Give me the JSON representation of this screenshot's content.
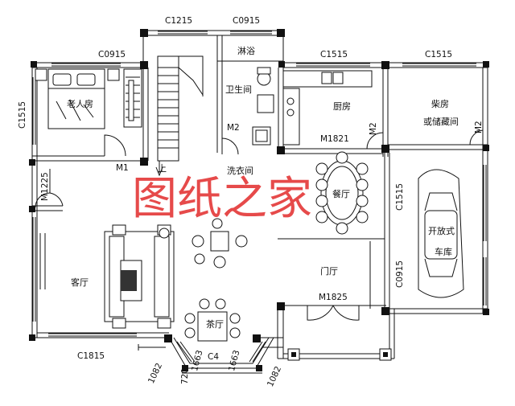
{
  "watermark": "图纸之家",
  "rooms": {
    "elder_bedroom": "老人房",
    "shower": "淋浴",
    "bathroom": "卫生间",
    "kitchen": "厨房",
    "firewood_room": "柴房",
    "storage": "或储藏间",
    "laundry": "洗衣间",
    "dining": "餐厅",
    "living": "客厅",
    "garage_open": "开放式",
    "garage": "车库",
    "foyer": "门厅",
    "tea_room": "茶厅",
    "stair_up": "上"
  },
  "labels": {
    "c1215": "C1215",
    "c0915_top": "C0915",
    "c0915_left": "C0915",
    "c1515_kitchen": "C1515",
    "c1515_firewood": "C1515",
    "c1515_left": "C1515",
    "c1515_right": "C1515",
    "c0915_right": "C0915",
    "c1815": "C1815",
    "c4": "C4",
    "m1": "M1",
    "m2_bath": "M2",
    "m2_kitchen": "M2",
    "m2_firewood": "M2",
    "m1821": "M1821",
    "m1225": "M1225",
    "m1825": "M1825",
    "d1082_left": "1082",
    "d1082_right": "1082",
    "d720": "720",
    "d1663_left": "1663",
    "d1663_right": "1663"
  }
}
